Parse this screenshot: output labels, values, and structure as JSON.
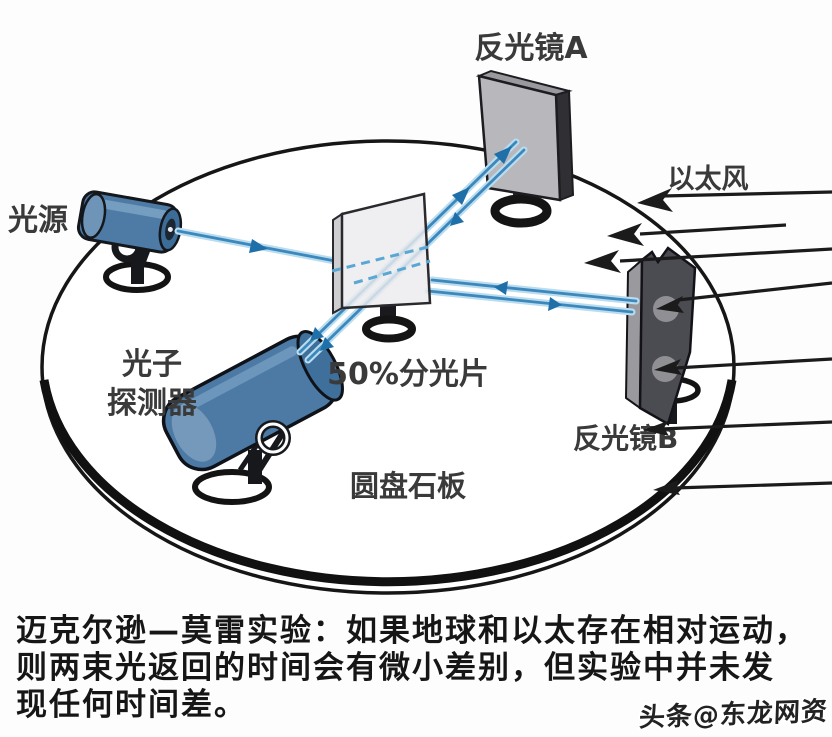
{
  "diagram": {
    "labels": {
      "mirror_a": "反光镜A",
      "ether_wind": "以太风",
      "light_source": "光源",
      "beam_splitter": "50%分光片",
      "photon_detector_line1": "光子",
      "photon_detector_line2": "探测器",
      "mirror_b": "反光镜B",
      "disc_slab": "圆盘石板"
    },
    "palette": {
      "beam_blue_core": "#3c88bc",
      "beam_blue_halo": "#b9dcef",
      "beam_arrow_blue": "#1f6fa8",
      "equipment_blue": "#4c7aa4",
      "equipment_blue_light": "#7ba3c4",
      "mirror_a_gray": "#b8b8bc",
      "mirror_b_dark": "#4b4b52",
      "splitter_glass": "#ececee",
      "ink_black": "#1b1b1b"
    }
  },
  "caption": {
    "line1": "迈克尔逊—莫雷实验：如果地球和以太存在相对运动，",
    "line2": "则两束光返回的时间会有微小差别，但实验中并未发",
    "line3": "现任何时间差。"
  },
  "watermark": "头条@东龙网资"
}
